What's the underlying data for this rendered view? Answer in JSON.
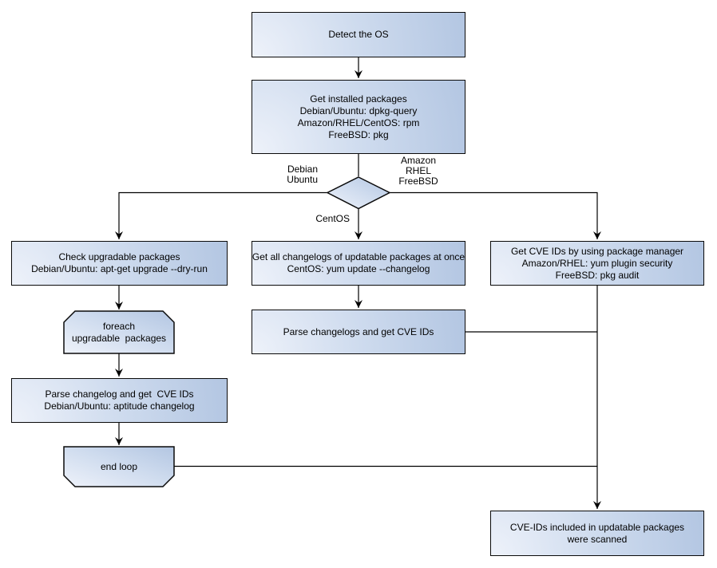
{
  "diagram": {
    "nodes": {
      "detect_os": {
        "lines": [
          "Detect the OS"
        ]
      },
      "get_installed": {
        "lines": [
          "Get installed packages",
          "Debian/Ubuntu: dpkg-query",
          "Amazon/RHEL/CentOS: rpm",
          "FreeBSD: pkg"
        ]
      },
      "check_upgradable": {
        "lines": [
          "Check upgradable packages",
          "Debian/Ubuntu: apt-get upgrade --dry-run"
        ]
      },
      "get_changelogs": {
        "lines": [
          "Get all changelogs of updatable packages at once",
          "CentOS: yum update --changelog"
        ]
      },
      "get_cve_ids": {
        "lines": [
          "Get CVE IDs by using package manager",
          "Amazon/RHEL: yum plugin security",
          "FreeBSD: pkg audit"
        ]
      },
      "foreach_loop": {
        "lines": [
          "foreach",
          "upgradable  packages"
        ]
      },
      "parse_changelogs": {
        "lines": [
          "Parse changelogs and get CVE IDs"
        ]
      },
      "parse_changelog": {
        "lines": [
          "Parse changelog and get  CVE IDs",
          "Debian/Ubuntu: aptitude changelog"
        ]
      },
      "end_loop": {
        "lines": [
          "end loop"
        ]
      },
      "cve_scanned": {
        "lines": [
          "CVE-IDs included in updatable packages",
          "were scanned"
        ]
      }
    },
    "edge_labels": {
      "debian_ubuntu": {
        "lines": [
          "Debian",
          "Ubuntu"
        ]
      },
      "amazon_rhel_freebsd": {
        "lines": [
          "Amazon",
          "RHEL",
          "FreeBSD"
        ]
      },
      "centos": {
        "lines": [
          "CentOS"
        ]
      }
    },
    "colors": {
      "node_fill_light": "#eef2fa",
      "node_fill_dark": "#b3c6e2",
      "node_border": "#0a0a0a",
      "connector": "#000000",
      "background": "#ffffff"
    }
  }
}
